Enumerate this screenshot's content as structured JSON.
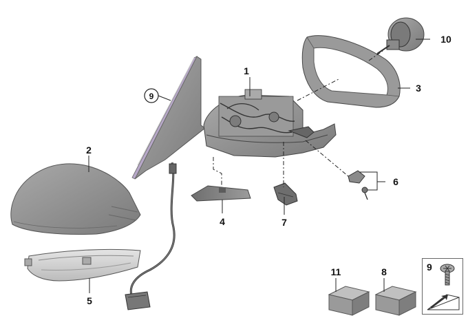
{
  "parts": [
    {
      "id": "p1",
      "number": "1",
      "name": "mirror-base-motor-assembly"
    },
    {
      "id": "p2",
      "number": "2",
      "name": "mirror-cap"
    },
    {
      "id": "p3",
      "number": "3",
      "name": "mirror-frame"
    },
    {
      "id": "p4",
      "number": "4",
      "name": "cover-trim"
    },
    {
      "id": "p5",
      "number": "5",
      "name": "turn-signal-indicator"
    },
    {
      "id": "p6",
      "number": "6",
      "name": "clip-and-screw"
    },
    {
      "id": "p7",
      "number": "7",
      "name": "bracket"
    },
    {
      "id": "p8",
      "number": "8",
      "name": "repair-kit-8"
    },
    {
      "id": "p9",
      "number": "9",
      "name": "mirror-glass"
    },
    {
      "id": "p10",
      "number": "10",
      "name": "mirror-glass-actuator"
    },
    {
      "id": "p11",
      "number": "11",
      "name": "repair-kit-11"
    }
  ],
  "legend": {
    "number": "9",
    "label": "screw-legend"
  },
  "colors": {
    "part_fill": "#8a8a8a",
    "part_dark": "#5e5e5e",
    "part_light": "#b9b9b9",
    "line": "#222222"
  }
}
